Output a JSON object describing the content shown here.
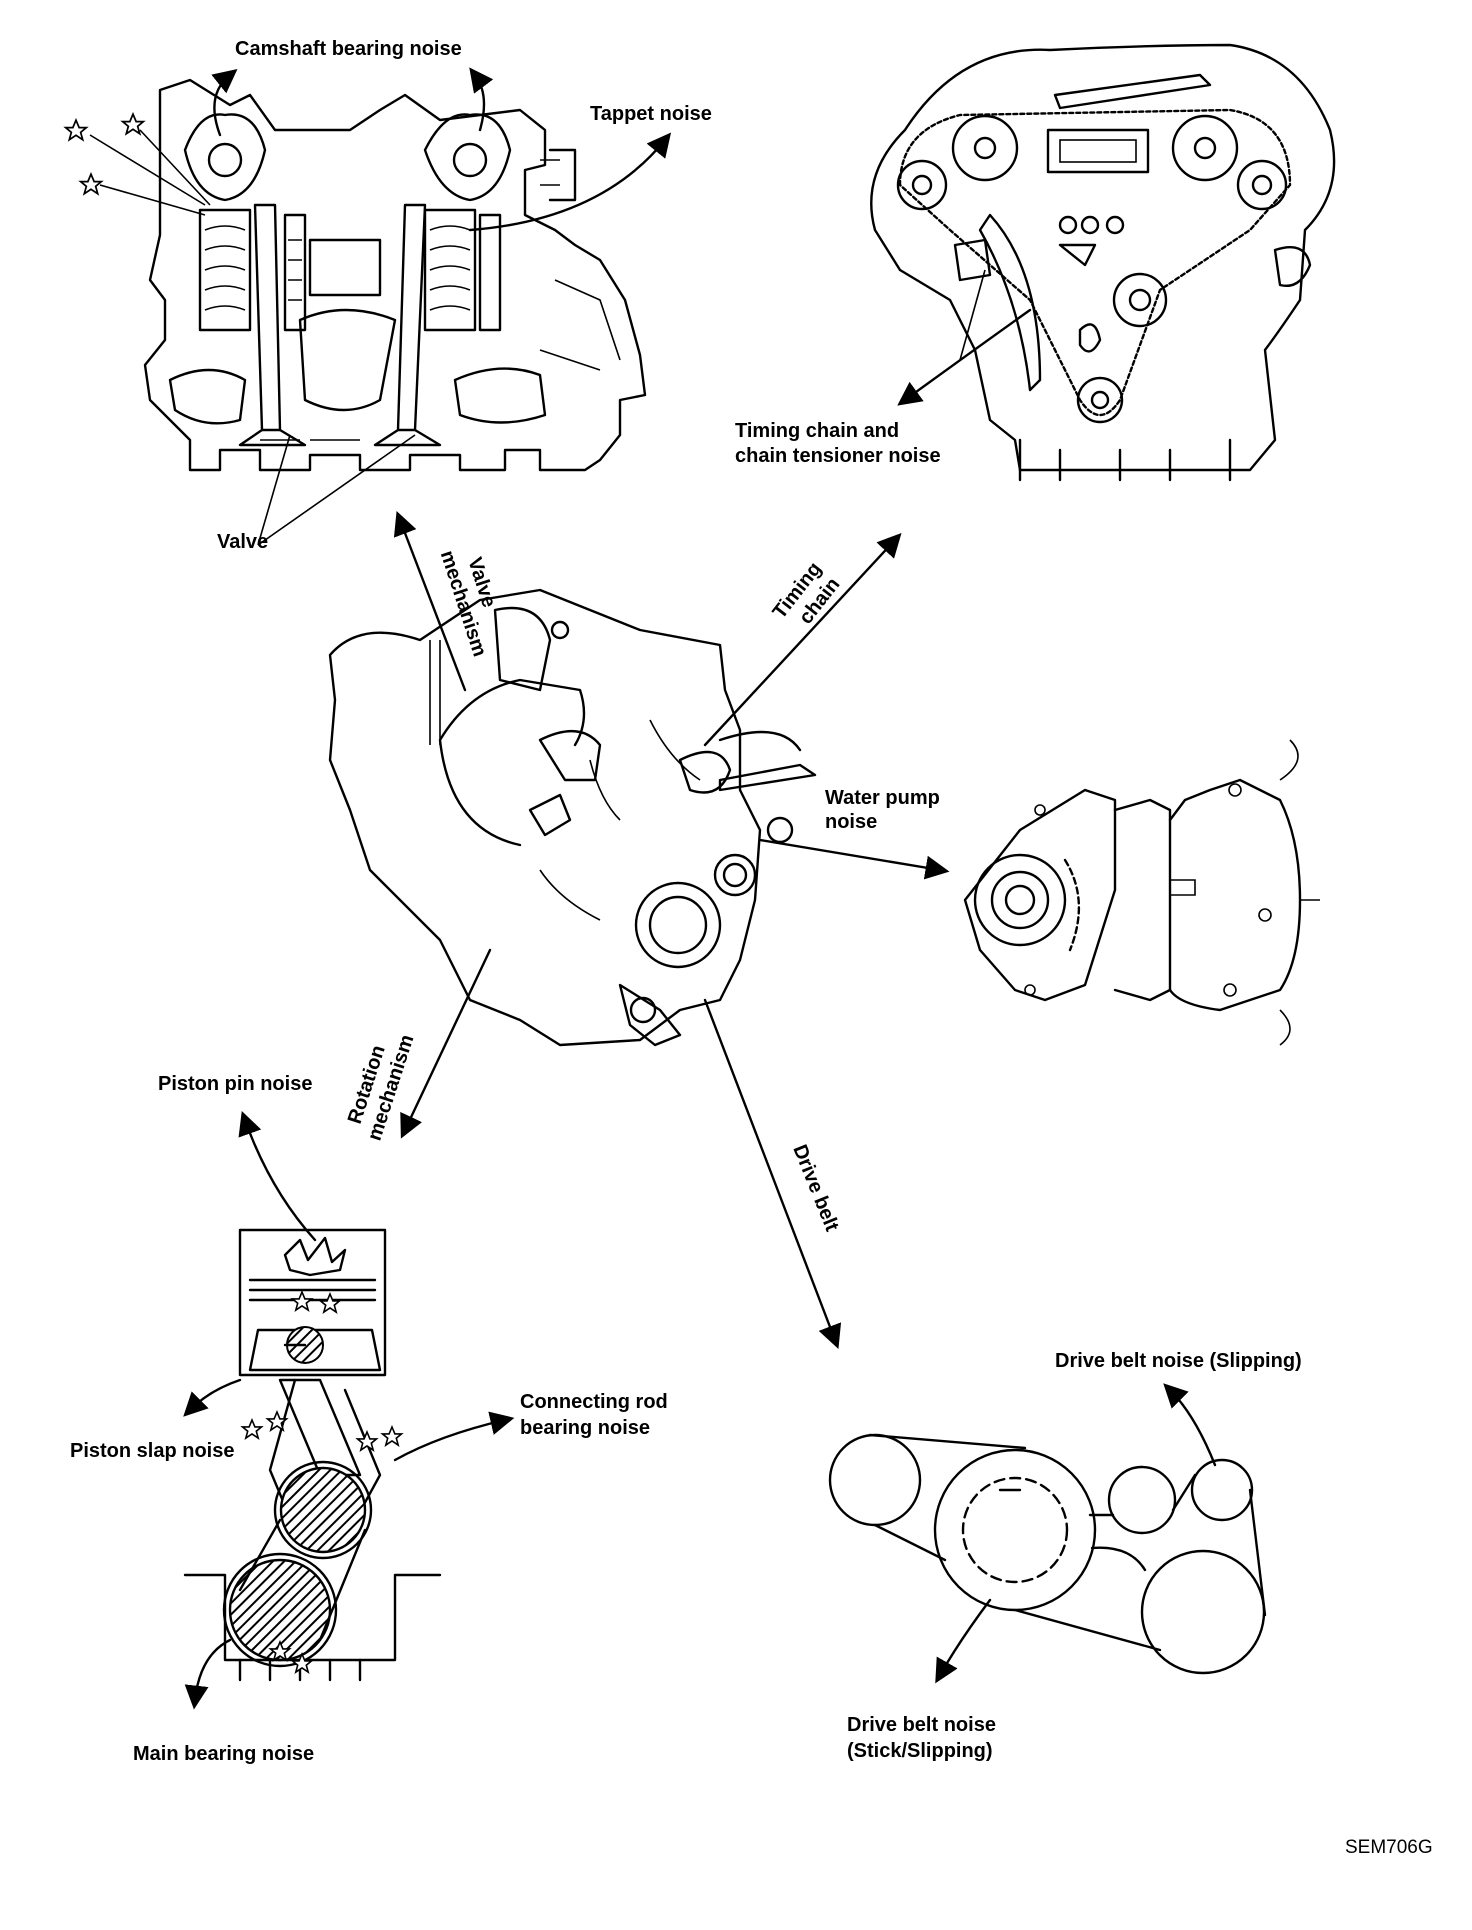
{
  "labels": {
    "camshaft_bearing_noise": "Camshaft bearing noise",
    "tappet_noise": "Tappet noise",
    "valve": "Valve",
    "valve_mechanism": [
      "Valve",
      "mechanism"
    ],
    "timing_chain_noise": [
      "Timing chain and",
      "chain tensioner noise"
    ],
    "timing_chain": [
      "Timing",
      "chain"
    ],
    "water_pump_noise": [
      "Water pump",
      "noise"
    ],
    "rotation_mechanism": [
      "Rotation",
      "mechanism"
    ],
    "drive_belt": "Drive belt",
    "piston_pin_noise": "Piston pin noise",
    "piston_slap_noise": "Piston slap noise",
    "connecting_rod_bearing_noise": [
      "Connecting rod",
      "bearing noise"
    ],
    "main_bearing_noise": "Main bearing noise",
    "drive_belt_noise_slipping": "Drive belt noise (Slipping)",
    "drive_belt_noise_stick": [
      "Drive belt noise",
      "(Stick/Slipping)"
    ],
    "figure_code": "SEM706G"
  },
  "icons": [
    "star-marker-icon",
    "arrow-icon",
    "explosion-icon"
  ]
}
